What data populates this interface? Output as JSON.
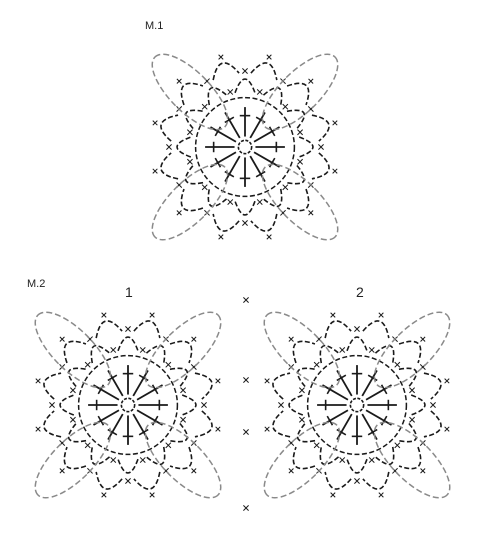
{
  "labels": {
    "m1": "M.1",
    "m2": "M.2",
    "motif_1": "1",
    "motif_2": "2"
  },
  "colors": {
    "stitches": "#1a1a1a",
    "outer_loops": "#8a8a8a",
    "background": "#ffffff"
  },
  "motif": {
    "ring_symbol": "magic-ring",
    "treble_count": 12,
    "shell_rounds": 2,
    "corner_loops": 4,
    "stitch_symbol": "×"
  }
}
